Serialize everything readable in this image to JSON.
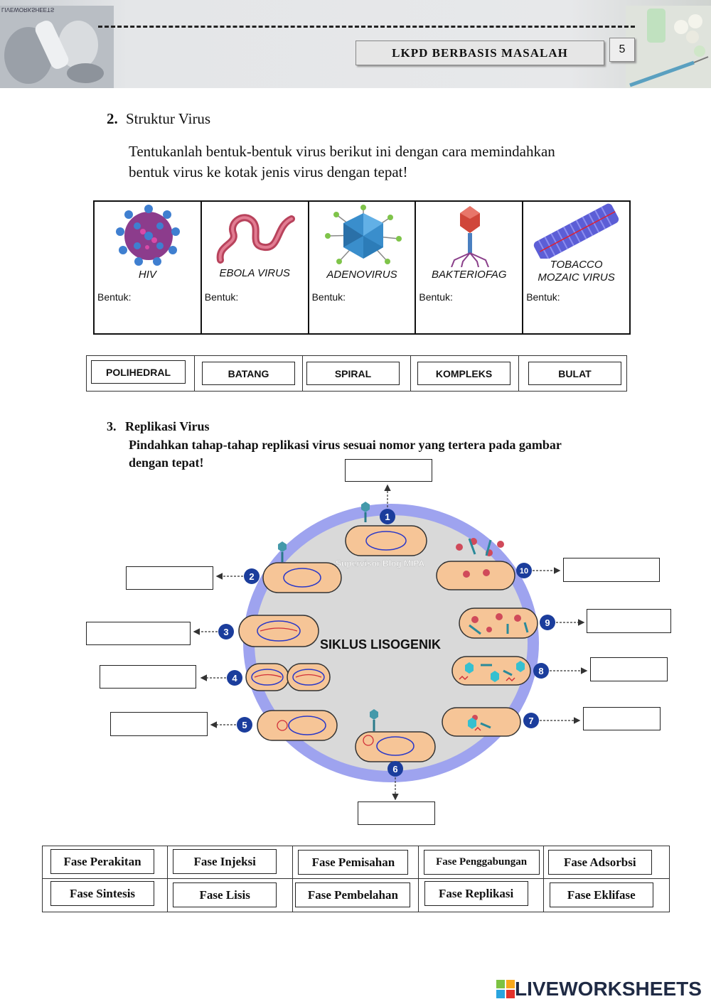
{
  "header": {
    "watermark": "LIVEWORKSHEETS",
    "title": "LKPD BERBASIS MASALAH",
    "page_number": "5"
  },
  "section2": {
    "number": "2.",
    "title": "Struktur Virus",
    "instruction_line1": "Tentukanlah bentuk-bentuk virus berikut ini dengan cara memindahkan",
    "instruction_line2": "bentuk virus ke kotak jenis virus dengan tepat!",
    "shape_label": "Bentuk:",
    "viruses": [
      {
        "name": "HIV"
      },
      {
        "name": "EBOLA VIRUS"
      },
      {
        "name": "ADENOVIRUS"
      },
      {
        "name": "BAKTERIOFAG"
      },
      {
        "name_line1": "TOBACCO",
        "name_line2": "MOZAIC VIRUS"
      }
    ],
    "shapes": [
      "POLIHEDRAL",
      "BATANG",
      "SPIRAL",
      "KOMPLEKS",
      "BULAT"
    ]
  },
  "section3": {
    "number": "3.",
    "title": "Replikasi Virus",
    "instruction_line1": "Pindahkan tahap-tahap replikasi virus sesuai nomor yang tertera pada gambar",
    "instruction_line2": "dengan tepat!",
    "diagram": {
      "center_label": "SIKLUS LISOGENIK",
      "credit": "Supervisor Blog MIPA",
      "steps": [
        "1",
        "2",
        "3",
        "4",
        "5",
        "6",
        "7",
        "8",
        "9",
        "10"
      ]
    },
    "phases": [
      "Fase Perakitan",
      "Fase Injeksi",
      "Fase Pemisahan",
      "Fase Penggabungan",
      "Fase Adsorbsi",
      "Fase Sintesis",
      "Fase Lisis",
      "Fase Pembelahan",
      "Fase Replikasi",
      "Fase Eklifase"
    ]
  },
  "footer": {
    "logo_text": "LIVEWORKSHEETS"
  },
  "colors": {
    "cell_fill": "#f6c597",
    "cycle_ring": "#9ea3ef",
    "cycle_center": "#d8d8d8",
    "badge": "#1b3d9c"
  }
}
